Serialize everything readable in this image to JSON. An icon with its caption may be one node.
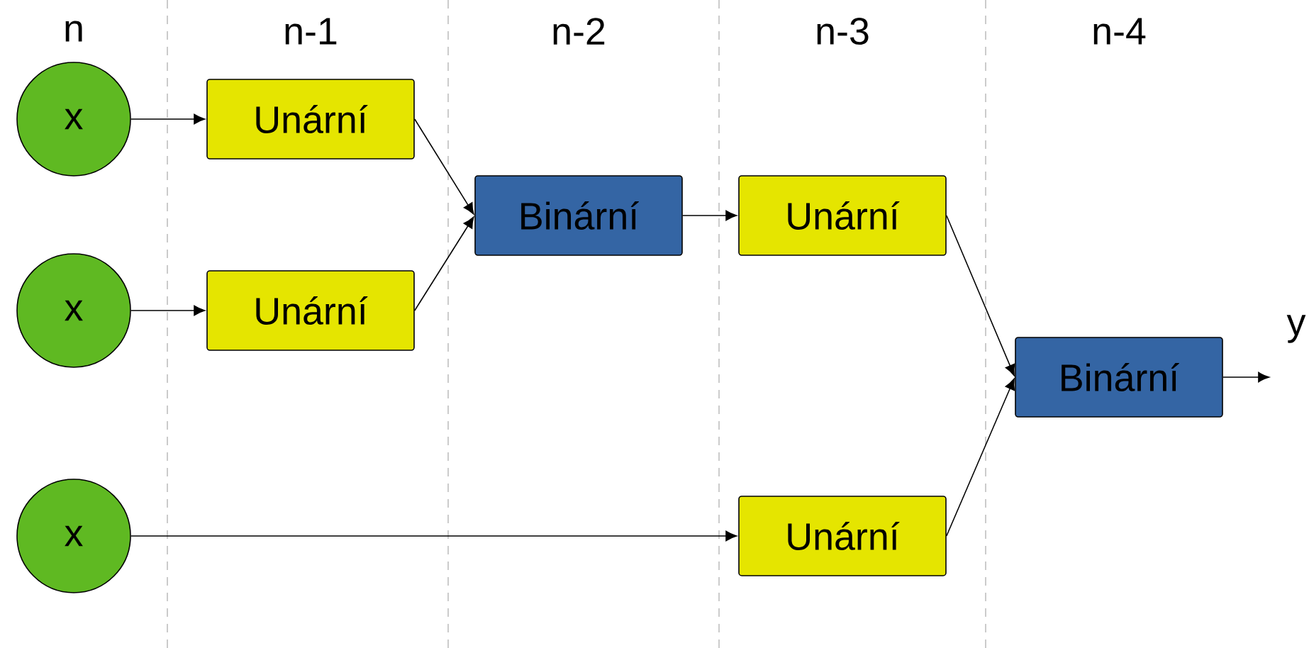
{
  "diagram": {
    "nodes": [
      {
        "text": [
          "x"
        ]
      },
      {
        "text": [
          "x"
        ]
      },
      {
        "text": [
          "x"
        ]
      },
      {
        "text": [
          "Unární"
        ]
      },
      {
        "text": [
          "Unární"
        ]
      },
      {
        "text": [
          "Binární"
        ]
      },
      {
        "text": [
          "Unární"
        ]
      },
      {
        "text": [
          "Unární"
        ]
      },
      {
        "text": [
          "Binární"
        ]
      },
      {
        "text": [
          "y"
        ]
      }
    ],
    "edges": [
      {
        "from": 0,
        "to": 3,
        "arrow": "to"
      },
      {
        "from": 1,
        "to": 4,
        "arrow": "to"
      },
      {
        "from": 3,
        "to": 5,
        "arrow": "to"
      },
      {
        "from": 4,
        "to": 5,
        "arrow": "to"
      },
      {
        "from": 5,
        "to": 6,
        "arrow": "to"
      },
      {
        "from": 2,
        "to": 7,
        "arrow": "to"
      },
      {
        "from": 6,
        "to": 8,
        "arrow": "to"
      },
      {
        "from": 7,
        "to": 8,
        "arrow": "to"
      },
      {
        "from": 8,
        "to": 9,
        "arrow": "to"
      }
    ],
    "labels": [
      "n",
      "n-1",
      "n-2",
      "n-3",
      "n-4"
    ]
  }
}
